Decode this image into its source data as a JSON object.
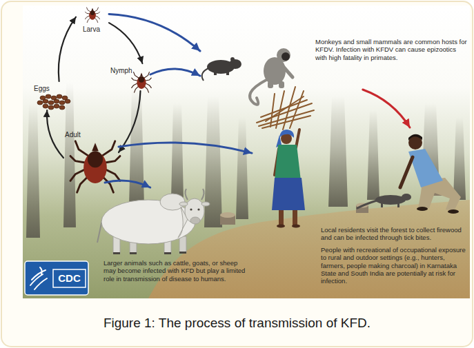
{
  "diagram": {
    "caption": "Figure 1: The process of transmission of KFD.",
    "nodes": [
      {
        "text": [
          "Eggs"
        ]
      },
      {
        "text": [
          "Larva"
        ]
      },
      {
        "text": [
          "Nymph"
        ]
      },
      {
        "text": [
          "Adult"
        ]
      },
      {
        "text": [
          "Monkeys and small mammals are common hosts for KFDV. Infection with KFDV can cause epizootics with high fatality in primates."
        ]
      },
      {
        "text": [
          "Larger animals such as cattle, goats, or sheep may become infected with KFD but play a limited role in transmission of disease to humans."
        ]
      },
      {
        "text": [
          "Local residents visit the forest to collect firewood and can be infected through tick bites.",
          "People with recreational of occupational exposure to rural and outdoor settings (e.g., hunters, farmers, people making charcoal) in Karnataka State and South India are potentially at risk for infection."
        ]
      }
    ],
    "edges": [
      {
        "from": 0,
        "to": 1,
        "arrow": "to"
      },
      {
        "from": 1,
        "to": 2,
        "arrow": "to"
      },
      {
        "from": 2,
        "to": 3,
        "arrow": "to"
      },
      {
        "from": 3,
        "to": 0,
        "arrow": "to"
      },
      {
        "from": 1,
        "to": 4,
        "arrow": "to"
      },
      {
        "from": 2,
        "to": 4,
        "arrow": "to"
      },
      {
        "from": 3,
        "to": 5,
        "arrow": "to"
      },
      {
        "from": 3,
        "to": 6,
        "arrow": "to"
      },
      {
        "from": 4,
        "to": 6,
        "arrow": "to"
      }
    ],
    "labels": [
      "CDC"
    ]
  }
}
